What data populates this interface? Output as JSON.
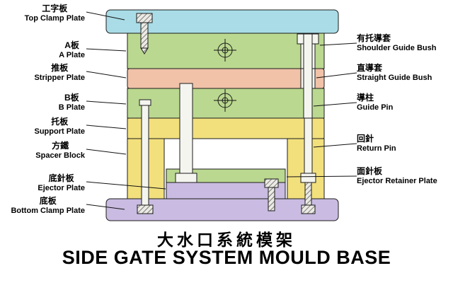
{
  "title": {
    "chinese": "大水口系統模架",
    "english": "SIDE GATE SYSTEM MOULD BASE"
  },
  "labels_left": [
    {
      "cn": "工字板",
      "en": "Top Clamp Plate"
    },
    {
      "cn": "A板",
      "en": "A Plate"
    },
    {
      "cn": "推板",
      "en": "Stripper Plate"
    },
    {
      "cn": "B板",
      "en": "B Plate"
    },
    {
      "cn": "托板",
      "en": "Support Plate"
    },
    {
      "cn": "方鐵",
      "en": "Spacer Block"
    },
    {
      "cn": "底針板",
      "en": "Ejector Plate"
    },
    {
      "cn": "底板",
      "en": "Bottom Clamp Plate"
    }
  ],
  "labels_right": [
    {
      "cn": "有托導套",
      "en": "Shoulder Guide Bush"
    },
    {
      "cn": "直導套",
      "en": "Straight Guide Bush"
    },
    {
      "cn": "導柱",
      "en": "Guide Pin"
    },
    {
      "cn": "回針",
      "en": "Return Pin"
    },
    {
      "cn": "面針板",
      "en": "Ejector Retainer Plate"
    }
  ],
  "colors": {
    "top_clamp_plate": "#a9dce6",
    "green_plate": "#bad88f",
    "stripper_pink": "#f1c2a8",
    "support_yellow": "#f2e07d",
    "clamp_purple": "#c9bbe1",
    "pin_white": "#f5f5f0",
    "outline": "#1c1c1c"
  }
}
